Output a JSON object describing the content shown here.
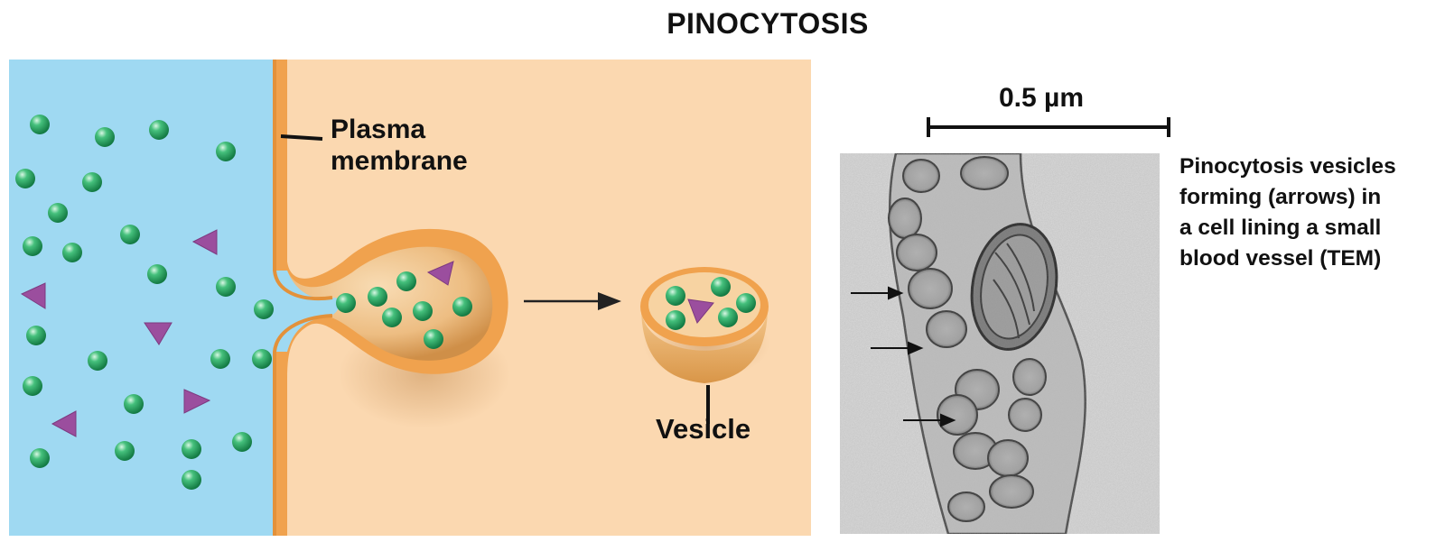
{
  "title": "PINOCYTOSIS",
  "labels": {
    "plasma_membrane_line1": "Plasma",
    "plasma_membrane_line2": "membrane",
    "vesicle": "Vesicle",
    "scale": "0.5 µm"
  },
  "caption": [
    "Pinocytosis vesicles",
    "forming (arrows) in",
    "a cell lining a small",
    "blood vessel (TEM)"
  ],
  "colors": {
    "extracellular": "#9fd9f2",
    "cytoplasm": "#fbd8b0",
    "membrane": "#f0a24e",
    "solute_sphere": "#2fae68",
    "solute_triangle": "#9b4e9e"
  }
}
